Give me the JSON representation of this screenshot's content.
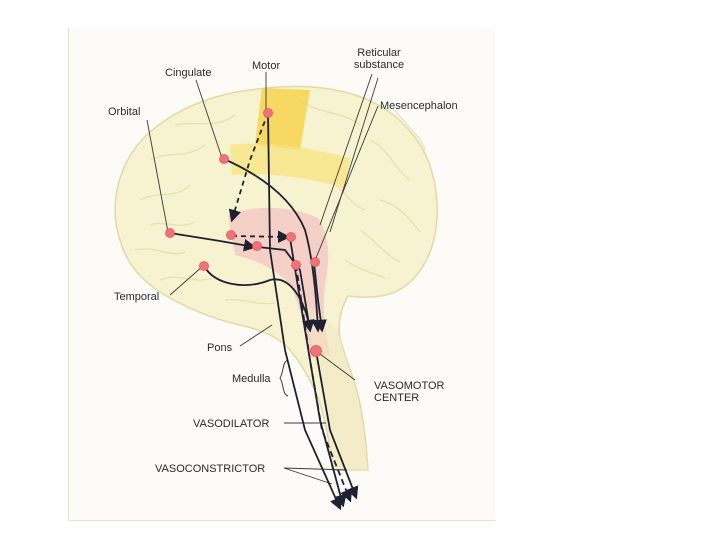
{
  "labels": {
    "cingulate": "Cingulate",
    "motor": "Motor",
    "reticular_line1": "Reticular",
    "reticular_line2": "substance",
    "orbital": "Orbital",
    "mesencephalon": "Mesencephalon",
    "temporal": "Temporal",
    "pons": "Pons",
    "medulla": "Medulla",
    "vasomotor_line1": "VASOMOTOR",
    "vasomotor_line2": "CENTER",
    "vasodilator": "VASODILATOR",
    "vasoconstrictor": "VASOCONSTRICTOR"
  },
  "colors": {
    "brain_fill": "#f7f2cf",
    "brain_outline": "#e3d9a6",
    "gyrus_line": "#e8dfb0",
    "motor_strip": "#f5cf3f",
    "cingulate_band": "#f8e47a",
    "brainstem": "#f4c7c4",
    "node": "#f0737a",
    "pathway": "#1e2230",
    "leader": "#3a3a3a"
  },
  "icons": {
    "node": "red-circle-node",
    "arrowhead": "arrowhead-icon",
    "bracket": "curly-brace-icon"
  }
}
